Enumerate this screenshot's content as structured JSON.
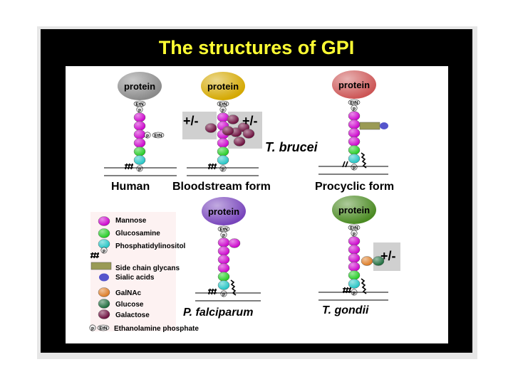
{
  "title": "The structures of GPI",
  "protein_label": "protein",
  "etn_label": "EtN",
  "p_label": "p",
  "variable_label": "+/-",
  "organisms": {
    "human": "Human",
    "bloodstream": "Bloodstream form",
    "tbrucei": "T. brucei",
    "procyclic": "Procyclic form",
    "pfalciparum": "P. falciparum",
    "tgondii": "T. gondii"
  },
  "legend": {
    "mannose": "Mannose",
    "glucosamine": "Glucosamine",
    "phosphatidylinositol": "Phosphatidylinositol",
    "side_chain": "Side chain glycans",
    "sialic": "Sialic acids",
    "galnac": "GalNAc",
    "glucose": "Glucose",
    "galactose": "Galactose",
    "ethanolamine": "Ethanolamine phosphate"
  },
  "colors": {
    "title": "#ffff33",
    "mannose": "#cc00cc",
    "glucosamine": "#22cc22",
    "inositol": "#22c4c4",
    "side_chain": "#9a9a55",
    "sialic": "#5555cc",
    "galnac": "#dd7a22",
    "glucose": "#1a6a3a",
    "galactose": "#6a0a3a",
    "protein_human": "#8a8a8a",
    "protein_bloodstream": "#d4a800",
    "protein_procyclic": "#cc5555",
    "protein_pfalciparum": "#7744bb",
    "protein_tgondii": "#4a8a22"
  }
}
